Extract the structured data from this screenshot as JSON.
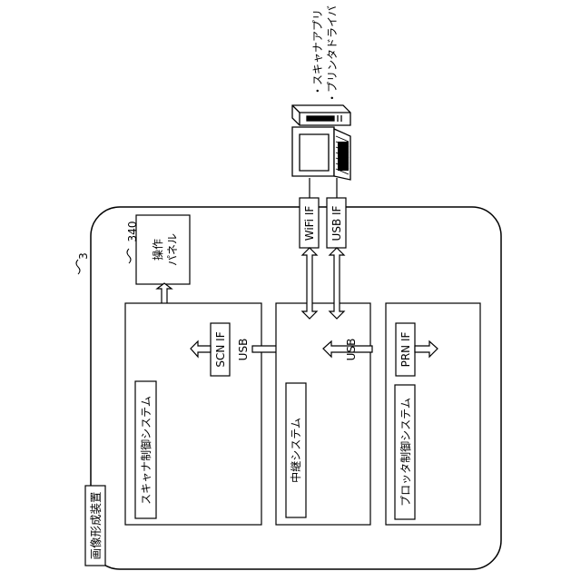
{
  "device": {
    "title": "画像形成装置",
    "ref": "3"
  },
  "panel": {
    "ref": "340",
    "line1": "操作",
    "line2": "パネル"
  },
  "scanner_system": {
    "label": "スキャナ制御システム",
    "interface": "SCN IF",
    "usb": "USB"
  },
  "relay_system": {
    "label": "中継システム",
    "wifi_if": "WiFi IF",
    "usb_if": "USB IF"
  },
  "plotter_system": {
    "label": "プロッタ制御システム",
    "interface": "PRN IF",
    "usb": "USB"
  },
  "pc": {
    "app1": "・スキャナアプリ",
    "app2": "・プリンタドライバ"
  }
}
